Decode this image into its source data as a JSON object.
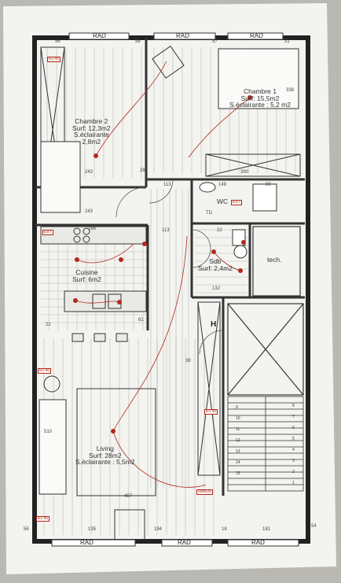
{
  "rooms": {
    "chambre1": {
      "name": "Chambre 1",
      "surf": "Surf: 15,5m2",
      "ecl": "S.éclairante : 5,2 m2"
    },
    "chambre2": {
      "name": "Chambre 2",
      "surf": "Surf: 12,3m2",
      "ecl": "S.éclairante",
      "ecl_val": "2,8m2"
    },
    "cuisine": {
      "name": "Cuisine",
      "surf": "Surf: 6m2"
    },
    "sdb": {
      "name": "Sdb",
      "surf": "Surf: 2,4m2"
    },
    "wc": {
      "name": "WC"
    },
    "tech": {
      "name": "tech."
    },
    "living": {
      "name": "Living",
      "surf": "Surf: 28m2",
      "ecl": "S.éclairante : 5,5m2"
    }
  },
  "radiators": {
    "label": "RAD"
  },
  "tags": {
    "rj45": "RJ 45",
    "ext": "EXT",
    "td": "TD",
    "inbox": "IN/BOX"
  },
  "symbols": {
    "h": "H"
  },
  "dimensions": {
    "top_left": "56",
    "top_mid": "58",
    "top_right": "57",
    "top_far": "31",
    "ch2_width": "243",
    "ch2_depth": "243",
    "ch1_width": "390",
    "ch1_depth": "338",
    "d28": "28",
    "d113": "113",
    "d149": "149",
    "d80": "80",
    "d266": "266",
    "d113b": "113",
    "d32": "32",
    "d132": "132",
    "d22": "22",
    "d38": "38",
    "living_width": "457",
    "d510": "510",
    "bot_135": "135",
    "bot_194": "194",
    "bot_181": "181",
    "bot_18": "18",
    "bot_56": "56",
    "bot_54": "54",
    "d61": "61"
  },
  "stairs": {
    "steps": [
      "1",
      "2",
      "3",
      "4",
      "5",
      "6",
      "7",
      "8",
      "9",
      "10",
      "11",
      "12",
      "13",
      "14",
      "15"
    ]
  },
  "colors": {
    "paper": "#f3f3f0",
    "wall": "#222222",
    "annot": "#b02a1a",
    "bg": "#b9b8b2"
  }
}
